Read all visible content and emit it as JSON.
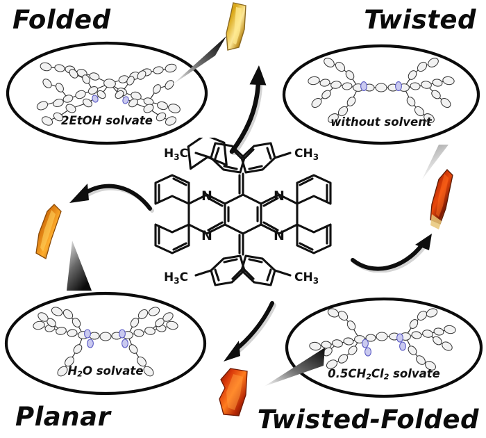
{
  "figure": {
    "type": "graphical-abstract",
    "background": "#ffffff",
    "accent_nitrogen_color": "#6a6ad2",
    "outline_color": "#0b0b0b"
  },
  "corner_titles": [
    {
      "id": "folded",
      "label": "Folded"
    },
    {
      "id": "twisted",
      "label": "Twisted"
    },
    {
      "id": "planar",
      "label": "Planar"
    },
    {
      "id": "twisted_folded",
      "label": "Twisted-Folded"
    }
  ],
  "panels": [
    {
      "id": "folded",
      "title": "Folded",
      "caption": "2EtOH solvate",
      "caption_parts": {
        "prefix": "2EtOH",
        "suffix": " solvate"
      },
      "conformation": "folded",
      "crystal_color": "#c79208",
      "crystal_habit": "bent golden needle"
    },
    {
      "id": "twisted",
      "title": "Twisted",
      "caption": "without solvent",
      "caption_parts": {
        "prefix": "without",
        "suffix": " solvent"
      },
      "conformation": "twisted",
      "crystal_color": "#8e2206",
      "crystal_habit": "dark red prism"
    },
    {
      "id": "planar",
      "title": "Planar",
      "caption": "H2O solvate",
      "caption_parts": {
        "prefix": "H",
        "sub": "2",
        "mid": "O",
        "suffix": " solvate"
      },
      "conformation": "planar",
      "crystal_color": "#cf6a10",
      "crystal_habit": "orange rod"
    },
    {
      "id": "twisted_folded",
      "title": "Twisted-Folded",
      "caption": "0.5CH2Cl2 solvate",
      "caption_parts": {
        "prefix": "0.5CH",
        "sub": "2",
        "mid": "Cl",
        "sub2": "2",
        "suffix": " solvate"
      },
      "conformation": "twisted-folded",
      "crystal_color": "#c5350c",
      "crystal_habit": "red plate"
    }
  ],
  "molecule": {
    "name": "central-structure",
    "core": "pyrazino-quinoxaline",
    "atom_labels": {
      "nitrogen": "N",
      "methyl_left": "H3C",
      "methyl_right": "CH3"
    },
    "labels": {
      "n1": "N",
      "n2": "N",
      "n3": "N",
      "n4": "N",
      "me_tl": "H3C",
      "me_tr": "CH3",
      "me_bl": "H3C",
      "me_br": "CH3"
    },
    "substituents": {
      "aryl_count": 4,
      "tolyl_count": 4
    }
  },
  "arrows": [
    {
      "id": "arrow-to-twisted",
      "direction": "up-right"
    },
    {
      "id": "arrow-to-planar",
      "direction": "down-left"
    },
    {
      "id": "arrow-to-twisted-folded",
      "direction": "up-right"
    },
    {
      "id": "arrow-to-bottom",
      "direction": "down-left"
    }
  ]
}
